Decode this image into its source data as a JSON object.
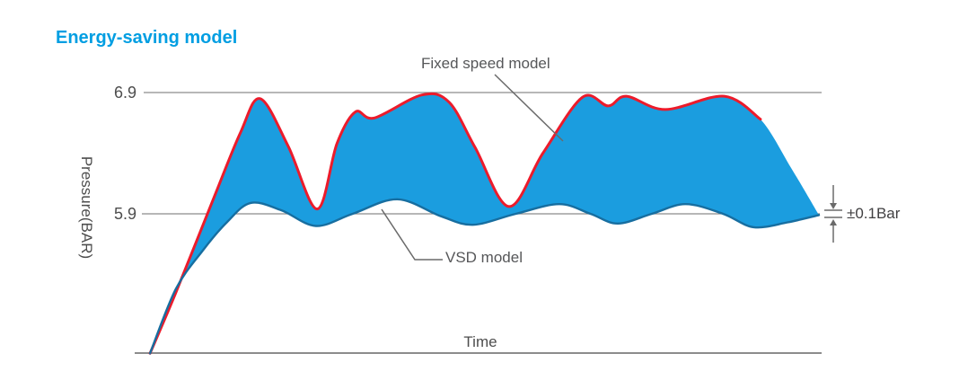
{
  "title": "Energy-saving model",
  "colors": {
    "title": "#009EE2",
    "area_fill": "#1B9DDF",
    "fixed_line": "#EC1B2B",
    "vsd_line": "#176EA0",
    "grid": "#8C8C8C",
    "annotation": "#6A6A6A",
    "label_text": "#565759"
  },
  "axes": {
    "y_label": "Pressure(BAR)",
    "x_label": "Time",
    "y_ticks": [
      "6.9",
      "5.9"
    ]
  },
  "annotations": {
    "fixed_label": "Fixed speed model",
    "vsd_label": "VSD model",
    "tolerance_label": "±0.1Bar"
  },
  "chart_data": {
    "type": "area",
    "title": "Energy-saving model",
    "xlabel": "Time",
    "ylabel": "Pressure(BAR)",
    "x_unit": "fraction of time axis (0-1)",
    "y_unit": "BAR",
    "y_gridlines": [
      6.9,
      5.9
    ],
    "tolerance_band": "±0.1Bar around 5.9",
    "band_between_series": true,
    "series": [
      {
        "name": "Fixed speed model",
        "line_ends_at_f": 0.911,
        "points": [
          [
            0.012,
            4.75
          ],
          [
            0.05,
            5.25
          ],
          [
            0.105,
            6.02
          ],
          [
            0.145,
            6.57
          ],
          [
            0.174,
            6.85
          ],
          [
            0.215,
            6.46
          ],
          [
            0.258,
            5.94
          ],
          [
            0.287,
            6.48
          ],
          [
            0.314,
            6.74
          ],
          [
            0.342,
            6.69
          ],
          [
            0.412,
            6.88
          ],
          [
            0.452,
            6.82
          ],
          [
            0.49,
            6.45
          ],
          [
            0.54,
            5.96
          ],
          [
            0.59,
            6.4
          ],
          [
            0.648,
            6.86
          ],
          [
            0.686,
            6.79
          ],
          [
            0.713,
            6.87
          ],
          [
            0.77,
            6.76
          ],
          [
            0.857,
            6.87
          ],
          [
            0.91,
            6.68
          ],
          [
            0.955,
            6.28
          ],
          [
            0.996,
            5.89
          ]
        ]
      },
      {
        "name": "VSD model",
        "points": [
          [
            0.012,
            4.75
          ],
          [
            0.05,
            5.28
          ],
          [
            0.09,
            5.6
          ],
          [
            0.125,
            5.83
          ],
          [
            0.16,
            5.99
          ],
          [
            0.205,
            5.93
          ],
          [
            0.256,
            5.8
          ],
          [
            0.31,
            5.9
          ],
          [
            0.376,
            6.02
          ],
          [
            0.44,
            5.88
          ],
          [
            0.487,
            5.81
          ],
          [
            0.55,
            5.9
          ],
          [
            0.614,
            5.98
          ],
          [
            0.66,
            5.9
          ],
          [
            0.7,
            5.82
          ],
          [
            0.75,
            5.9
          ],
          [
            0.8,
            5.98
          ],
          [
            0.855,
            5.9
          ],
          [
            0.9,
            5.79
          ],
          [
            0.95,
            5.83
          ],
          [
            0.996,
            5.89
          ]
        ]
      }
    ]
  }
}
